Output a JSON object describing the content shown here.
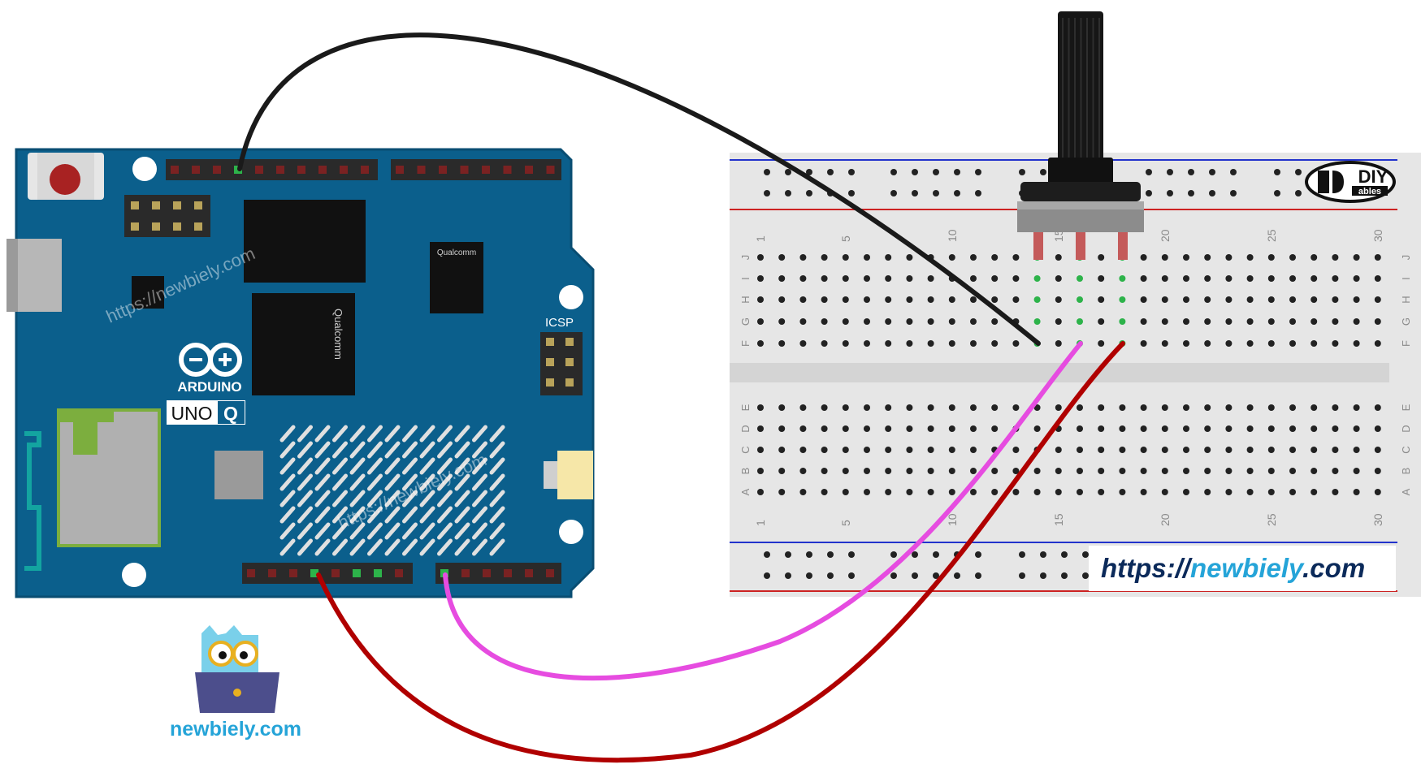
{
  "board": {
    "brand_label": "ARDUINO",
    "model_label": "UNO",
    "model_suffix": "Q",
    "icsp_label": "ICSP",
    "chip_label_1": "Qualcomm",
    "chip_label_2": "Qualcomm",
    "watermark_1": "https://newbiely.com",
    "watermark_2": "https://newbiely.com"
  },
  "breadboard": {
    "column_numbers": [
      "1",
      "5",
      "10",
      "15",
      "20",
      "25",
      "30"
    ],
    "row_letters_top": [
      "J",
      "I",
      "H",
      "G",
      "F"
    ],
    "row_letters_bottom": [
      "E",
      "D",
      "C",
      "B",
      "A"
    ]
  },
  "diy_logo": {
    "main": "DIY",
    "sub": "ables"
  },
  "url_banner": {
    "prefix": "https://",
    "name": "newbiely",
    "suffix": ".com"
  },
  "owl_logo": {
    "text": "newbiely.com"
  },
  "wires": [
    {
      "color": "#1a1a1a",
      "role": "black-wire"
    },
    {
      "color": "#e64ce0",
      "role": "pink-wire"
    },
    {
      "color": "#b00000",
      "role": "red-wire"
    }
  ],
  "colors": {
    "board_blue": "#0b5f8c",
    "breadboard": "#e9e9e9",
    "rail_blue": "#2233cc",
    "rail_red": "#cc2222",
    "accent_green": "#2db34a",
    "brand_text": "#25a4d8"
  }
}
